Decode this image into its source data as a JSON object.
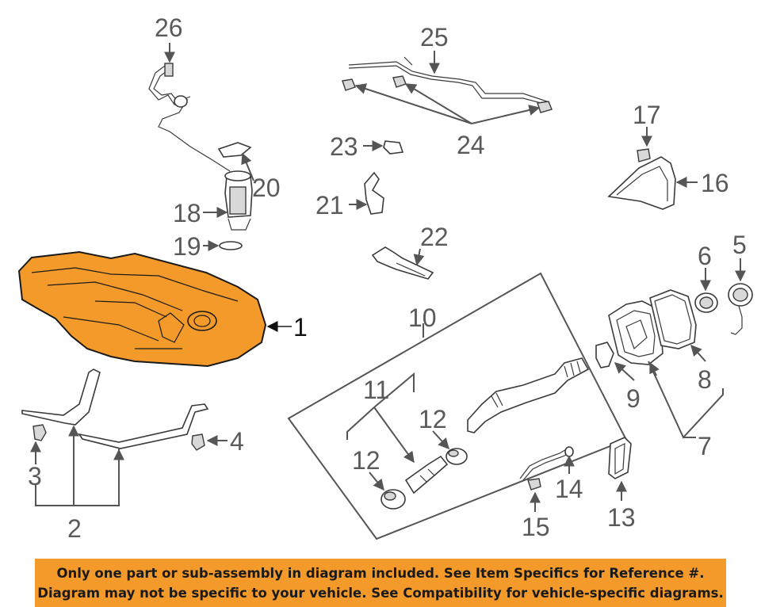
{
  "callouts": {
    "c1": "1",
    "c2": "2",
    "c3": "3",
    "c4": "4",
    "c5": "5",
    "c6": "6",
    "c7": "7",
    "c8": "8",
    "c9": "9",
    "c10": "10",
    "c11": "11",
    "c12a": "12",
    "c12b": "12",
    "c13": "13",
    "c14": "14",
    "c15": "15",
    "c16": "16",
    "c17": "17",
    "c18": "18",
    "c19": "19",
    "c20": "20",
    "c21": "21",
    "c22": "22",
    "c23": "23",
    "c24": "24",
    "c25": "25",
    "c26": "26"
  },
  "highlight_color": "#f39a2b",
  "banner": {
    "line1": "Only one part or sub-assembly in diagram included. See Item Specifics for Reference #.",
    "line2": "Diagram may not be specific to your vehicle. See Compatibility for vehicle-specific diagrams."
  }
}
